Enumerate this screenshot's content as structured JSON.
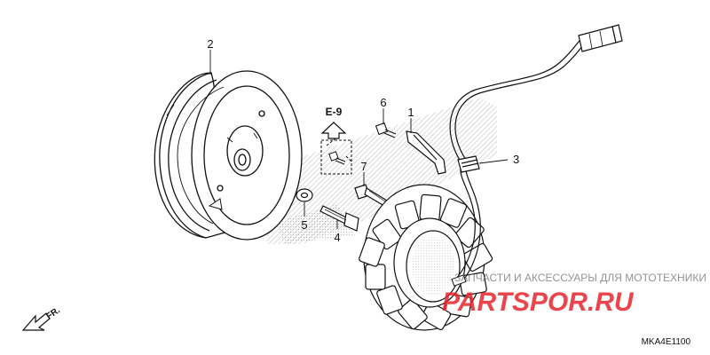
{
  "diagram": {
    "callouts": {
      "part_1": "1",
      "part_2": "2",
      "part_3": "3",
      "part_4": "4",
      "part_5": "5",
      "part_6": "6",
      "part_7": "7"
    },
    "reference": "E-9",
    "direction": "FR.",
    "drawing_code": "MKA4E1100"
  },
  "watermark": {
    "tagline": "ЗАПЧАСТИ И АКСЕССУАРЫ ДЛЯ МОТОТЕХНИКИ",
    "logo_text": "PARTSPOR.RU"
  },
  "colors": {
    "line": "#111111",
    "hatch": "#bfbfbf",
    "watermark_red": "#e8242c"
  }
}
